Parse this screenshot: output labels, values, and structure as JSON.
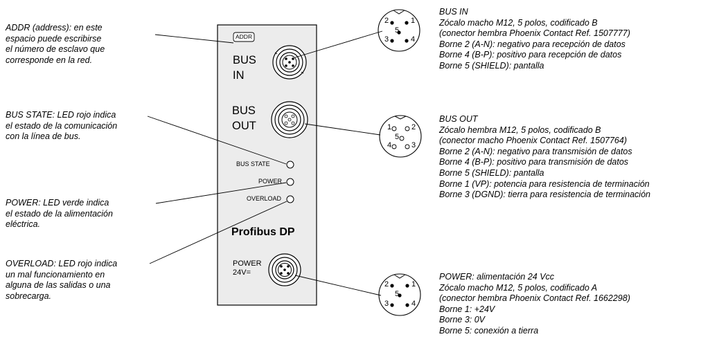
{
  "addr_box": "ADDR",
  "panel": {
    "bus_in": [
      "BUS",
      "IN"
    ],
    "bus_out": [
      "BUS",
      "OUT"
    ],
    "led_bus_state": "BUS STATE",
    "led_power": "POWER",
    "led_overload": "OVERLOAD",
    "title": "Profibus DP",
    "power_label": [
      "POWER",
      "24V="
    ]
  },
  "annotations": {
    "addr": "ADDR (address): en este\nespacio puede escribirse\nel número de esclavo que\ncorresponde en la red.",
    "bus_state": "BUS STATE: LED rojo indica\nel estado de la comunicación\ncon la línea de bus.",
    "power_led": "POWER: LED verde indica\nel estado de la alimentación\neléctrica.",
    "overload": "OVERLOAD: LED rojo indica\nun mal funcionamiento en\nalguna de las salidas o una\nsobrecarga.",
    "bus_in": "BUS IN\nZócalo macho M12, 5 polos, codificado B\n(conector hembra Phoenix Contact Ref. 1507777)\nBorne 2 (A-N): negativo para recepción de datos\nBorne 4 (B-P): positivo para recepción de datos\nBorne 5 (SHIELD): pantalla",
    "bus_out": "BUS OUT\nZócalo hembra M12, 5 polos, codificado B\n(conector macho Phoenix Contact Ref. 1507764)\nBorne 2 (A-N): negativo para transmisión de datos\nBorne 4 (B-P): positivo para transmisión de datos\nBorne 5 (SHIELD): pantalla\nBorne 1 (VP): potencia para resistencia de terminación\nBorne 3 (DGND): tierra para resistencia de terminación",
    "power_conn": "POWER: alimentación 24 Vcc\nZócalo macho M12, 5 polos, codificado A\n(conector hembra Phoenix Contact Ref. 1662298)\nBorne 1: +24V\nBorne 3: 0V\nBorne 5: conexión a tierra"
  },
  "pins": {
    "p1": "1",
    "p2": "2",
    "p3": "3",
    "p4": "4",
    "p5": "5"
  }
}
